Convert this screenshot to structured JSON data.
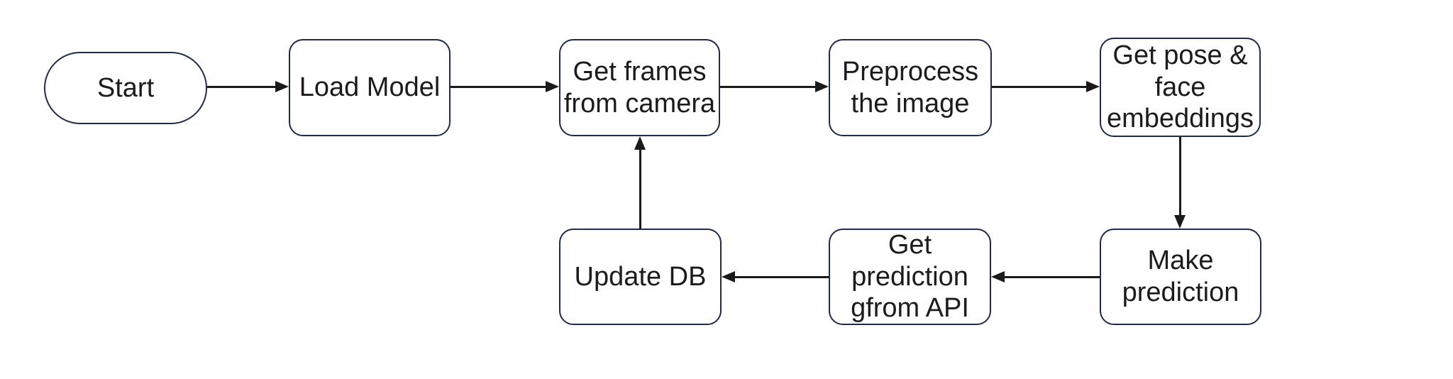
{
  "diagram": {
    "background_color": "#ffffff",
    "node_fill_color": "#ffffff",
    "node_border_color": "#1f2a50",
    "text_color": "#1c1c1c",
    "arrow_color": "#1a1a1a",
    "nodes": [
      {
        "id": "start",
        "shape": "stadium",
        "label": "Start"
      },
      {
        "id": "load-model",
        "shape": "rounded-rect",
        "label": "Load Model"
      },
      {
        "id": "get-frames",
        "shape": "rounded-rect",
        "label": "Get frames\nfrom camera"
      },
      {
        "id": "preprocess",
        "shape": "rounded-rect",
        "label": "Preprocess\nthe image"
      },
      {
        "id": "get-pose",
        "shape": "rounded-rect",
        "label": "Get pose &\nface\nembeddings"
      },
      {
        "id": "make-prediction",
        "shape": "rounded-rect",
        "label": "Make\nprediction"
      },
      {
        "id": "get-prediction",
        "shape": "rounded-rect",
        "label": "Get\nprediction\ngfrom API"
      },
      {
        "id": "update-db",
        "shape": "rounded-rect",
        "label": "Update DB"
      }
    ],
    "edges": [
      {
        "from": "start",
        "to": "load-model",
        "direction": "right"
      },
      {
        "from": "load-model",
        "to": "get-frames",
        "direction": "right"
      },
      {
        "from": "get-frames",
        "to": "preprocess",
        "direction": "right"
      },
      {
        "from": "preprocess",
        "to": "get-pose",
        "direction": "right"
      },
      {
        "from": "get-pose",
        "to": "make-prediction",
        "direction": "down"
      },
      {
        "from": "make-prediction",
        "to": "get-prediction",
        "direction": "left"
      },
      {
        "from": "get-prediction",
        "to": "update-db",
        "direction": "left"
      },
      {
        "from": "update-db",
        "to": "get-frames",
        "direction": "up"
      }
    ]
  }
}
